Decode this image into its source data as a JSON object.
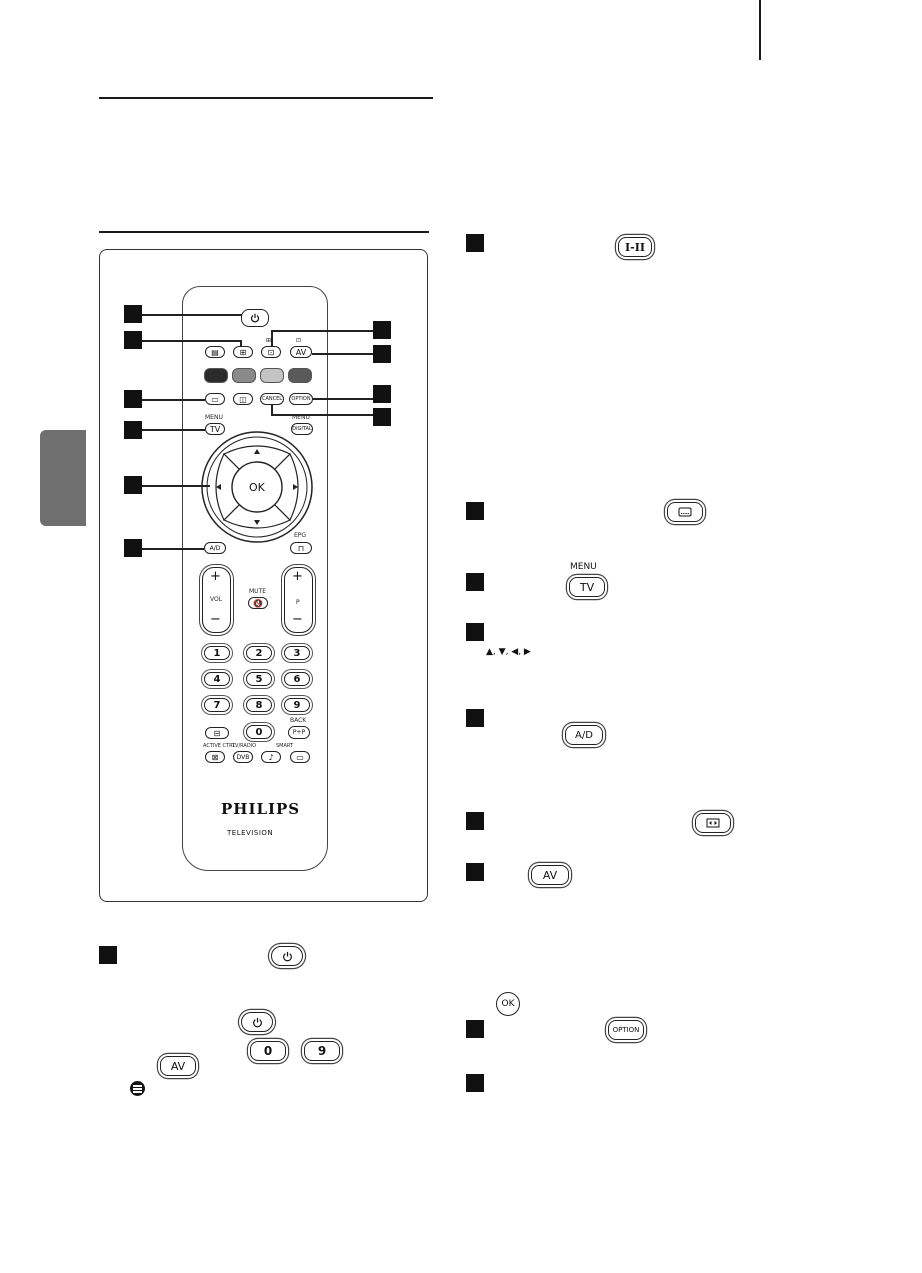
{
  "remote": {
    "brand": "PHILIPS",
    "sub_brand": "TELEVISION",
    "labels": {
      "menu_left": "MENU",
      "menu_right": "MENU",
      "epg": "EPG",
      "mute": "MUTE",
      "back": "BACK",
      "active_ctrl": "ACTIVE CTRL",
      "tv_radio": "TV/RADIO",
      "smart": "SMART",
      "vol": "VOL",
      "p": "P"
    },
    "buttons": {
      "tv": "TV",
      "digital": "DIGITAL",
      "ok": "OK",
      "av": "AV",
      "option": "OPTION",
      "cancel": "CANCEL",
      "ad": "A/D",
      "plus": "+",
      "minus": "−",
      "p_plus_p": "P+P",
      "dvb": "DVB",
      "digits": [
        "1",
        "2",
        "3",
        "4",
        "5",
        "6",
        "7",
        "8",
        "9",
        "0"
      ]
    },
    "colors": [
      "#2b2b2b",
      "#8a8a8a",
      "#c4c4c4",
      "#5a5a5a"
    ]
  },
  "right_col": {
    "btn_i_ii": "I-II",
    "btn_menu_label": "MENU",
    "btn_tv": "TV",
    "arrows": "▲, ▼, ◀, ▶",
    "btn_ad": "A/D",
    "btn_av": "AV",
    "btn_ok": "OK",
    "btn_option": "OPTION"
  },
  "left_col": {
    "btn_av": "AV",
    "btn_0": "0",
    "btn_9": "9"
  },
  "icons": {
    "power": "power-icon",
    "subtitle": "subtitle-icon",
    "format": "format-icon",
    "note": "note-icon"
  }
}
